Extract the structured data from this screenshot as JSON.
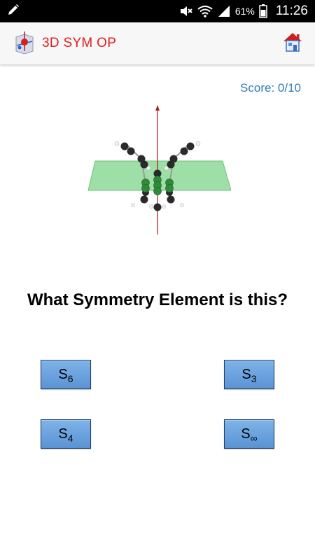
{
  "status_bar": {
    "battery_percent": "61%",
    "time": "11:26",
    "icons": [
      "pencil-icon",
      "mute-icon",
      "wifi-icon",
      "signal-icon",
      "battery-icon"
    ]
  },
  "app_bar": {
    "title": "3D SYM OP",
    "icons": [
      "app-logo-icon",
      "home-icon"
    ]
  },
  "score": "Score: 0/10",
  "question": "What Symmetry Element is this?",
  "answers": [
    {
      "main": "S",
      "sub": "6"
    },
    {
      "main": "S",
      "sub": "3"
    },
    {
      "main": "S",
      "sub": "4"
    },
    {
      "main": "S",
      "sub": "∞"
    }
  ],
  "colors": {
    "title_red": "#e11d1d",
    "score_blue": "#2f7bbd",
    "button_blue": "#6aa3df",
    "axis_red": "#b22222",
    "plane_green": "#7ed48a"
  }
}
